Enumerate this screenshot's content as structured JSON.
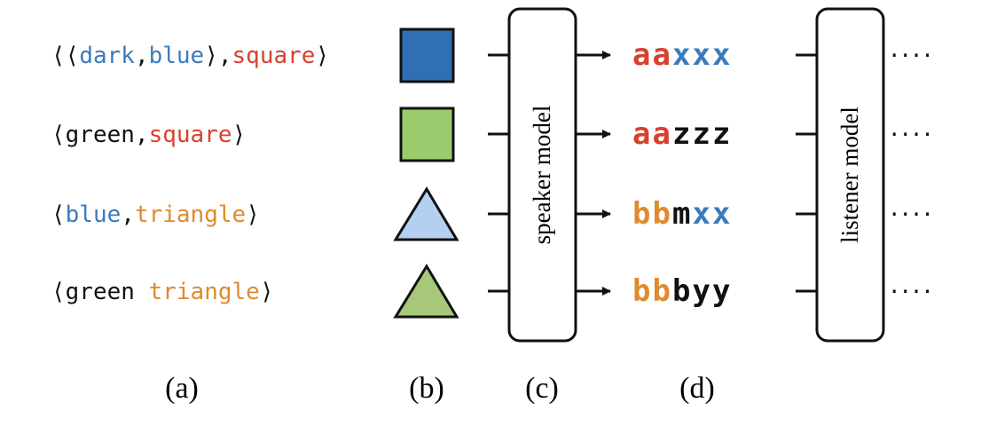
{
  "colors": {
    "red": "#d9402f",
    "blue": "#3a7bbf",
    "orange": "#e08a2e",
    "black": "#111111",
    "dark_blue_fill": "#2f6fb5",
    "green_fill": "#9ccb6e",
    "light_blue_fill": "#b4cff0",
    "green_triangle_fill": "#a6c878"
  },
  "rows": [
    {
      "input": [
        {
          "text": "⟨⟨",
          "color": "black"
        },
        {
          "text": "dark",
          "color": "blue"
        },
        {
          "text": ",",
          "color": "black"
        },
        {
          "text": "blue",
          "color": "blue"
        },
        {
          "text": "⟩,",
          "color": "black"
        },
        {
          "text": "square",
          "color": "red"
        },
        {
          "text": "⟩",
          "color": "black"
        }
      ],
      "shape": "square",
      "fill": "dark_blue_fill",
      "message": [
        {
          "text": "a",
          "color": "red"
        },
        {
          "text": "a",
          "color": "red"
        },
        {
          "text": "x",
          "color": "blue"
        },
        {
          "text": "x",
          "color": "blue"
        },
        {
          "text": "x",
          "color": "blue"
        }
      ]
    },
    {
      "input": [
        {
          "text": "⟨green,",
          "color": "black"
        },
        {
          "text": "square",
          "color": "red"
        },
        {
          "text": "⟩",
          "color": "black"
        }
      ],
      "shape": "square",
      "fill": "green_fill",
      "message": [
        {
          "text": "a",
          "color": "red"
        },
        {
          "text": "a",
          "color": "red"
        },
        {
          "text": "z",
          "color": "black"
        },
        {
          "text": "z",
          "color": "black"
        },
        {
          "text": "z",
          "color": "black"
        }
      ]
    },
    {
      "input": [
        {
          "text": "⟨",
          "color": "black"
        },
        {
          "text": "blue",
          "color": "blue"
        },
        {
          "text": ",",
          "color": "black"
        },
        {
          "text": "triangle",
          "color": "orange"
        },
        {
          "text": "⟩",
          "color": "black"
        }
      ],
      "shape": "triangle",
      "fill": "light_blue_fill",
      "message": [
        {
          "text": "b",
          "color": "orange"
        },
        {
          "text": "b",
          "color": "orange"
        },
        {
          "text": "m",
          "color": "black"
        },
        {
          "text": "x",
          "color": "blue"
        },
        {
          "text": "x",
          "color": "blue"
        }
      ]
    },
    {
      "input": [
        {
          "text": "⟨green ",
          "color": "black"
        },
        {
          "text": "triangle",
          "color": "orange"
        },
        {
          "text": "⟩",
          "color": "black"
        }
      ],
      "shape": "triangle",
      "fill": "green_triangle_fill",
      "message": [
        {
          "text": "b",
          "color": "orange"
        },
        {
          "text": "b",
          "color": "orange"
        },
        {
          "text": "b",
          "color": "black"
        },
        {
          "text": "y",
          "color": "black"
        },
        {
          "text": "y",
          "color": "black"
        }
      ]
    }
  ],
  "speaker_label": "speaker model",
  "listener_label": "listener model",
  "ellipsis": "....",
  "panel_labels": [
    "(a)",
    "(b)",
    "(c)",
    "(d)"
  ]
}
